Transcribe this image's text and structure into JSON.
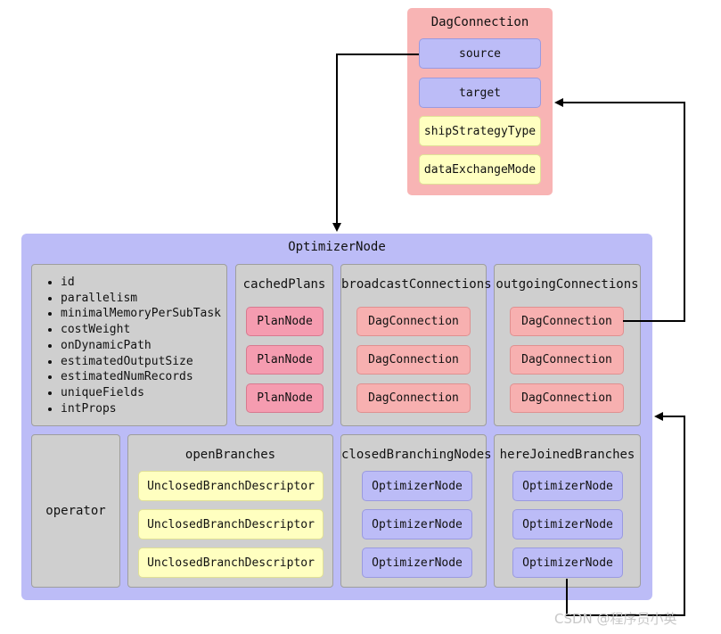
{
  "dag_connection": {
    "title": "DagConnection",
    "fields": [
      {
        "label": "source",
        "color": "blue"
      },
      {
        "label": "target",
        "color": "blue"
      },
      {
        "label": "shipStrategyType",
        "color": "yellow"
      },
      {
        "label": "dataExchangeMode",
        "color": "yellow"
      }
    ]
  },
  "optimizer_node": {
    "title": "OptimizerNode",
    "attributes": [
      "id",
      "parallelism",
      "minimalMemoryPerSubTask",
      "costWeight",
      "onDynamicPath",
      "estimatedOutputSize",
      "estimatedNumRecords",
      "uniqueFields",
      "intProps"
    ],
    "cached_plans": {
      "title": "cachedPlans",
      "items": [
        "PlanNode",
        "PlanNode",
        "PlanNode"
      ]
    },
    "broadcast_connections": {
      "title": "broadcastConnections",
      "items": [
        "DagConnection",
        "DagConnection",
        "DagConnection"
      ]
    },
    "outgoing_connections": {
      "title": "outgoingConnections",
      "items": [
        "DagConnection",
        "DagConnection",
        "DagConnection"
      ]
    },
    "operator": {
      "title": "operator"
    },
    "open_branches": {
      "title": "openBranches",
      "items": [
        "UnclosedBranchDescriptor",
        "UnclosedBranchDescriptor",
        "UnclosedBranchDescriptor"
      ]
    },
    "closed_branching_nodes": {
      "title": "closedBranchingNodes",
      "items": [
        "OptimizerNode",
        "OptimizerNode",
        "OptimizerNode"
      ]
    },
    "here_joined_branches": {
      "title": "hereJoinedBranches",
      "items": [
        "OptimizerNode",
        "OptimizerNode",
        "OptimizerNode"
      ]
    }
  },
  "colors": {
    "blue": "#bcbcf7",
    "pink": "#f8b4b4",
    "yellow": "#ffffc0",
    "plan_pink": "#f59cb0",
    "grey": "#cfcfcf"
  },
  "watermark": "CSDN @程序员小英"
}
